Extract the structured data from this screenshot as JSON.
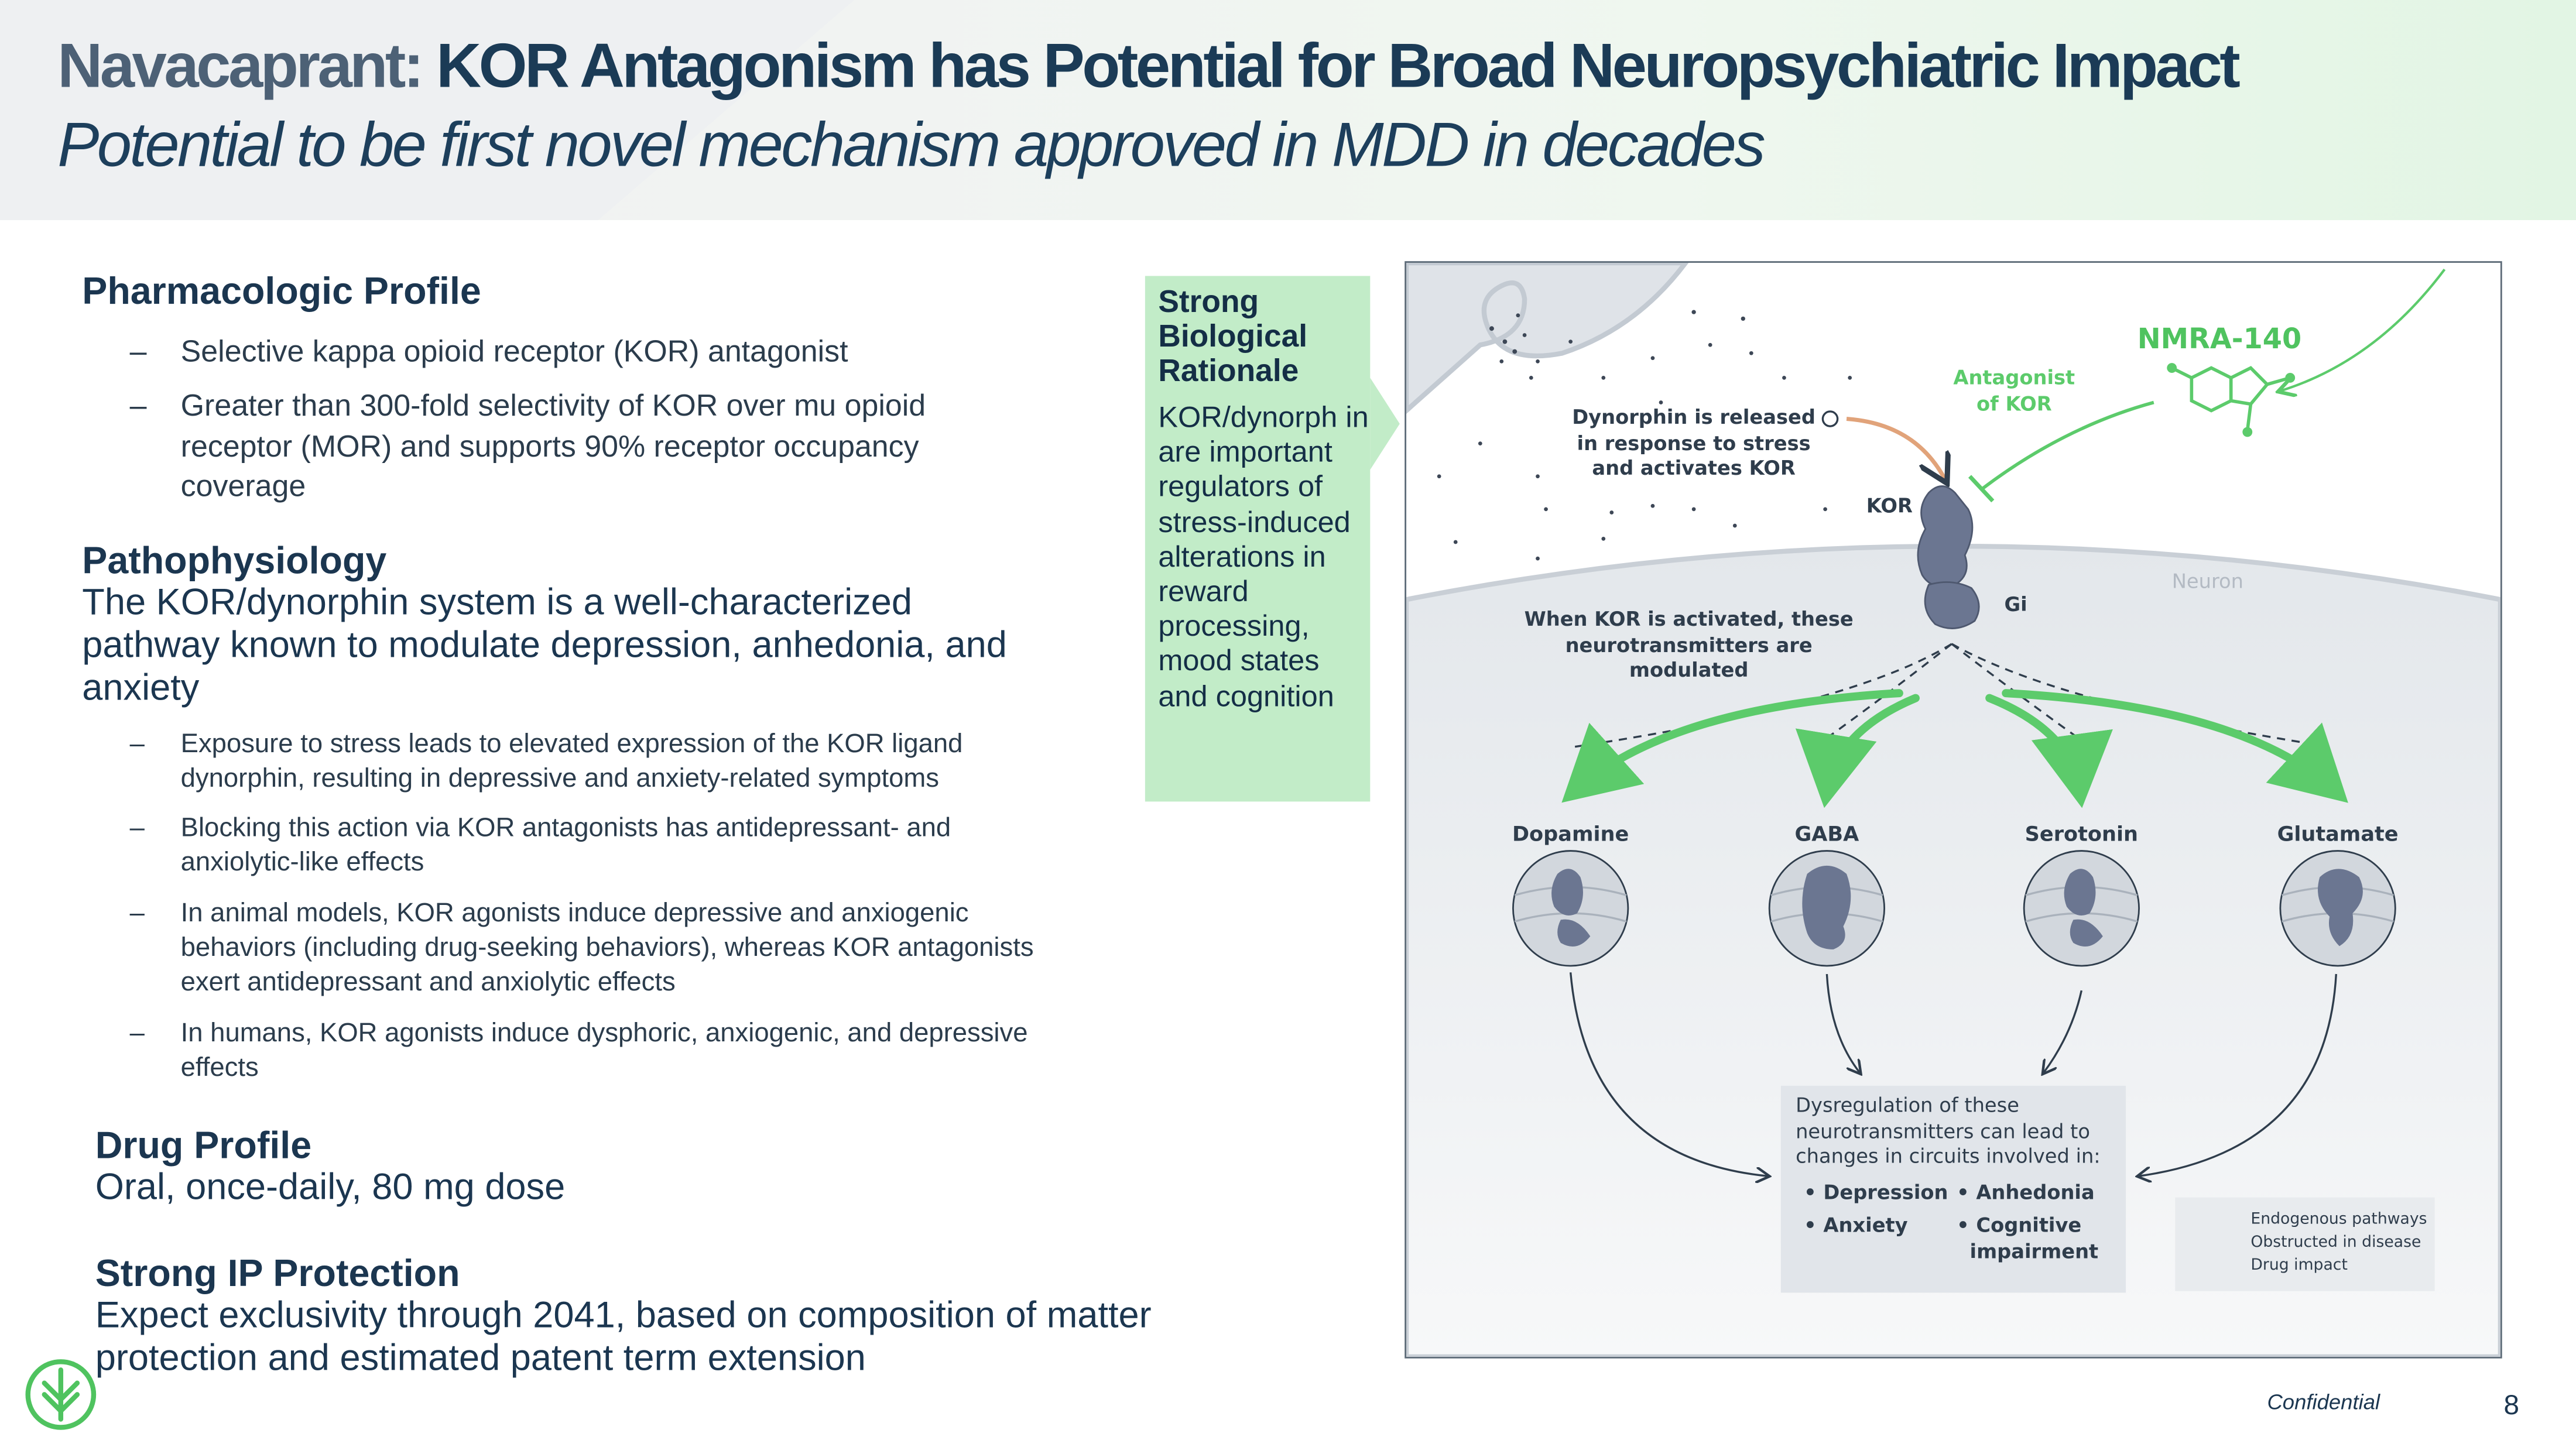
{
  "header": {
    "title_brand": "Navacaprant:",
    "title_rest": "KOR Antagonism has Potential for Broad Neuropsychiatric Impact",
    "subtitle": "Potential to be first novel mechanism approved in MDD in decades"
  },
  "pharmacologic": {
    "heading": "Pharmacologic Profile",
    "bullets": [
      "Selective kappa opioid receptor (KOR) antagonist",
      "Greater than 300-fold selectivity of KOR over mu opioid receptor (MOR) and supports 90% receptor occupancy coverage"
    ]
  },
  "pathophysiology": {
    "heading": "Pathophysiology",
    "intro": "The KOR/dynorphin system is a well-characterized pathway known to modulate depression, anhedonia, and anxiety",
    "bullets": [
      "Exposure to stress leads to elevated expression of the KOR ligand dynorphin, resulting in depressive and anxiety-related symptoms",
      "Blocking this action via KOR antagonists has antidepressant- and anxiolytic-like effects",
      "In animal models, KOR agonists induce depressive and anxiogenic behaviors (including drug-seeking behaviors), whereas KOR antagonists exert antidepressant and anxiolytic effects",
      "In humans, KOR agonists induce dysphoric, anxiogenic, and depressive effects"
    ]
  },
  "drug_profile": {
    "heading": "Drug Profile",
    "text": "Oral, once-daily, 80 mg dose"
  },
  "ip": {
    "heading": "Strong IP Protection",
    "text": "Expect exclusivity through 2041, based on composition of matter protection and estimated patent term extension"
  },
  "dash": "–",
  "rationale": {
    "title": "Strong Biological Rationale",
    "body": "KOR/dynorph in are important regulators of stress-induced alterations in reward processing, mood states and cognition"
  },
  "diagram": {
    "drug_name": "NMRA-140",
    "antagonist_label": "Antagonist of KOR",
    "dynorphin_label": "Dynorphin is released in response to stress and activates KOR",
    "kor_label": "KOR",
    "gi_label": "Gi",
    "neuron_label": "Neuron",
    "activation_label": "When KOR is activated, these neurotransmitters are modulated",
    "neurotransmitters": [
      "Dopamine",
      "GABA",
      "Serotonin",
      "Glutamate"
    ],
    "dysregulation_text": "Dysregulation of these neurotransmitters can lead to changes in circuits involved in:",
    "circuits_col1": [
      "Depression",
      "Anxiety"
    ],
    "circuits_col2": [
      "Anhedonia",
      "Cognitive impairment"
    ],
    "bullet": "•",
    "legend": [
      "Endogenous pathways",
      "Obstructed in disease",
      "Drug impact"
    ],
    "colors": {
      "drug_green": "#5ccb6b",
      "receptor": "#6b7691",
      "endogenous": "#2f3d4c",
      "neuron_fill": "#e7eaee"
    }
  },
  "footer": {
    "confidential": "Confidential",
    "page": "8"
  }
}
